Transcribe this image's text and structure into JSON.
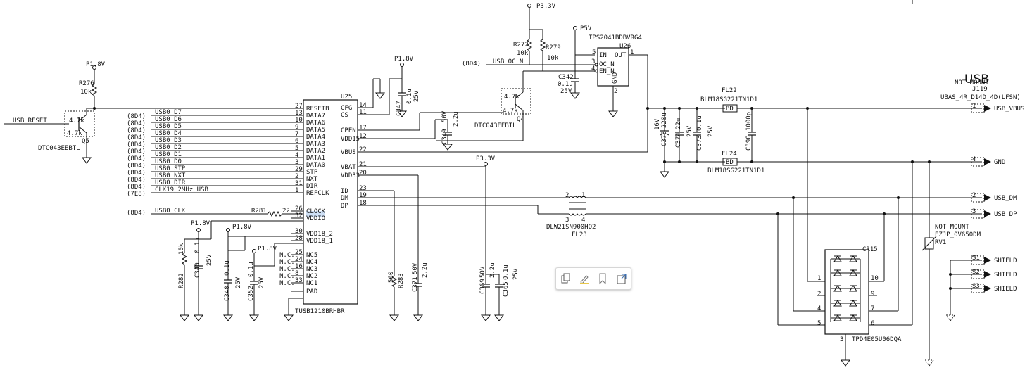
{
  "title": "USB",
  "not_mount_1": "NOT MOUNT",
  "not_mount_2": "NOT MOUNT",
  "u25": {
    "ref": "U25",
    "part": "TUSB1210BRHBR",
    "left_pins": [
      {
        "num": "27",
        "name": "RESETB"
      },
      {
        "num": "13",
        "name": "DATA7"
      },
      {
        "num": "10",
        "name": "DATA6"
      },
      {
        "num": "9",
        "name": "DATA5"
      },
      {
        "num": "7",
        "name": "DATA4"
      },
      {
        "num": "6",
        "name": "DATA3"
      },
      {
        "num": "5",
        "name": "DATA2"
      },
      {
        "num": "4",
        "name": "DATA1"
      },
      {
        "num": "3",
        "name": "DATA0"
      },
      {
        "num": "29",
        "name": "STP"
      },
      {
        "num": "2",
        "name": "NXT"
      },
      {
        "num": "31",
        "name": "DIR"
      },
      {
        "num": "1",
        "name": "REFCLK"
      },
      {
        "num": "26",
        "name": "CLOCK"
      },
      {
        "num": "32",
        "name": "VDDIO"
      },
      {
        "num": "30",
        "name": "VDD18_2"
      },
      {
        "num": "28",
        "name": "VDD18_1"
      },
      {
        "num": "25",
        "name": "NC5"
      },
      {
        "num": "24",
        "name": "NC4"
      },
      {
        "num": "16",
        "name": "NC3"
      },
      {
        "num": "8",
        "name": "NC2"
      },
      {
        "num": "33",
        "name": "NC1"
      },
      {
        "num": "",
        "name": "PAD"
      }
    ],
    "right_pins": [
      {
        "num": "14",
        "name": "CFG"
      },
      {
        "num": "11",
        "name": "CS"
      },
      {
        "num": "17",
        "name": "CPEN"
      },
      {
        "num": "12",
        "name": "VDD15"
      },
      {
        "num": "22",
        "name": "VBUS"
      },
      {
        "num": "21",
        "name": "VBAT"
      },
      {
        "num": "20",
        "name": "VDD33"
      },
      {
        "num": "23",
        "name": "ID"
      },
      {
        "num": "19",
        "name": "DM"
      },
      {
        "num": "18",
        "name": "DP"
      }
    ],
    "nc_labels": [
      "N.C.",
      "N.C.",
      "N.C.",
      "N.C.",
      "N.C."
    ]
  },
  "left_nets": [
    {
      "sheet": "(8D4)",
      "net": "USB0_D7"
    },
    {
      "sheet": "(8D4)",
      "net": "USB0_D6"
    },
    {
      "sheet": "(8D4)",
      "net": "USB0_D5"
    },
    {
      "sheet": "(8D4)",
      "net": "USB0_D4"
    },
    {
      "sheet": "(8D4)",
      "net": "USB0_D3"
    },
    {
      "sheet": "(8D4)",
      "net": "USB0_D2"
    },
    {
      "sheet": "(8D4)",
      "net": "USB0_D1"
    },
    {
      "sheet": "(8D4)",
      "net": "USB0_D0"
    },
    {
      "sheet": "(8D4)",
      "net": "USB0_STP"
    },
    {
      "sheet": "(8D4)",
      "net": "USB0_NXT"
    },
    {
      "sheet": "(8D4)",
      "net": "USB0_DIR"
    },
    {
      "sheet": "(7E8)",
      "net": "CLK19_2MHz_USB"
    }
  ],
  "clk": {
    "sheet": "(8D4)",
    "net": "USB0_CLK"
  },
  "usb_reset": "USB_RESET",
  "usb_oc": {
    "sheet": "(8D4)",
    "net": "USB_OC_N"
  },
  "rails": {
    "p1v8": "P1.8V",
    "p3v3": "P3.3V",
    "p5v": "P5V"
  },
  "q5": {
    "ref": "Q5",
    "part": "DTC043EEBTL",
    "r1": "4.7k",
    "r2": "4.7k"
  },
  "q4": {
    "ref": "Q4",
    "part": "DTC043EEBTL",
    "r1": "4.7k",
    "r2": "4.7k"
  },
  "r276": {
    "ref": "R276",
    "val": "10k"
  },
  "r272": {
    "ref": "R272",
    "val": "10k"
  },
  "r279": {
    "ref": "R279",
    "val": "10k"
  },
  "r281": {
    "ref": "R281",
    "val": "22"
  },
  "r282": {
    "ref": "R282",
    "val": "10k"
  },
  "r283": {
    "ref": "R283",
    "val": "560"
  },
  "u26": {
    "ref": "U26",
    "part": "TPS2041BDBVRG4",
    "pins": [
      "IN",
      "OC_N",
      "EN_N",
      "OUT",
      "GND"
    ],
    "nums": [
      "5",
      "3",
      "4",
      "1",
      "2"
    ]
  },
  "caps": {
    "c342": {
      "ref": "C342",
      "val": "0.1u",
      "volt": "25V"
    },
    "c347": {
      "ref": "C347",
      "val": "0.1u",
      "volt": "25V"
    },
    "c349": {
      "ref": "C349",
      "val": "2.2u",
      "volt": "50V"
    },
    "c340": {
      "ref": "C340",
      "val": "0.1u",
      "volt": "25V"
    },
    "c348": {
      "ref": "C348",
      "val": "0.1u",
      "volt": "25V"
    },
    "c352": {
      "ref": "C352",
      "val": "0.1u",
      "volt": "25V"
    },
    "c371": {
      "ref": "C371",
      "val": "2.2u",
      "volt": "50V"
    },
    "c369": {
      "ref": "C369",
      "val": "2.2u",
      "volt": "50V"
    },
    "c365": {
      "ref": "C365",
      "val": "0.1u",
      "volt": "25V"
    },
    "c378": {
      "ref": "C378",
      "val": "220u",
      "volt": "16V"
    },
    "c374": {
      "ref": "C374",
      "val": "22u",
      "volt": "25V"
    },
    "c373": {
      "ref": "C373",
      "val": "0.1u",
      "volt": "25V"
    },
    "c390": {
      "ref": "C390",
      "val": "1000p"
    }
  },
  "fl22": {
    "ref": "FL22",
    "part": "BLM18SG221TN1D1",
    "body": "BD"
  },
  "fl24": {
    "ref": "FL24",
    "part": "BLM18SG221TN1D1",
    "body": "BD"
  },
  "fl23": {
    "ref": "FL23",
    "part": "DLW21SN900HQ2",
    "pins": [
      "2",
      "1",
      "3",
      "4"
    ]
  },
  "cr15": {
    "ref": "CR15",
    "part": "TPD4E05U06DQA",
    "pins_l": [
      "1",
      "2",
      "4",
      "5"
    ],
    "pins_r": [
      "10",
      "9",
      "7",
      "6"
    ],
    "gnd": "3"
  },
  "rv1": {
    "ref": "RV1",
    "part": "EZJP_0V650DM"
  },
  "j119": {
    "ref": "J119",
    "part": "UBAS_4R_D14D_4D(LFSN)",
    "pins": [
      {
        "num": "1",
        "net": "USB_VBUS"
      },
      {
        "num": "4",
        "net": "GND"
      },
      {
        "num": "2",
        "net": "USB_DM"
      },
      {
        "num": "3",
        "net": "USB_DP"
      },
      {
        "num": "S1",
        "net": "SHIELD"
      },
      {
        "num": "S2",
        "net": "SHIELD"
      },
      {
        "num": "S3",
        "net": "SHIELD"
      }
    ]
  },
  "toolbar": {
    "icons": [
      "copy-icon",
      "highlight-icon",
      "bookmark-icon",
      "export-icon"
    ]
  }
}
